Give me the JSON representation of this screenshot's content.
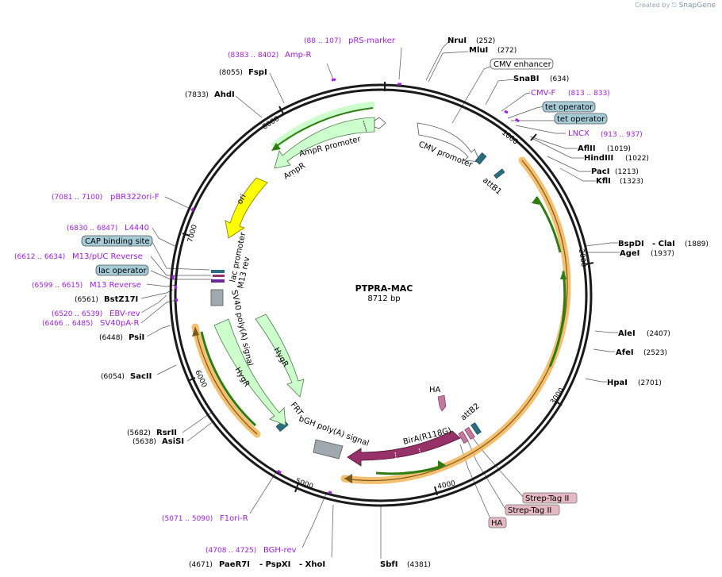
{
  "credit": {
    "prefix": "Created by",
    "brand": "SnapGene"
  },
  "plasmid": {
    "name": "PTPRA-MAC",
    "size_label": "8712 bp",
    "length": 8712
  },
  "ruler": [
    "1000",
    "2000",
    "3000",
    "4000",
    "5000",
    "6000",
    "7000",
    "8000"
  ],
  "features": [
    {
      "name": "CMV promoter",
      "type": "promoter"
    },
    {
      "name": "attB1",
      "type": "site"
    },
    {
      "name": "HA",
      "type": "tag"
    },
    {
      "name": "attB2",
      "type": "site"
    },
    {
      "name": "BirA(R118G)",
      "type": "cds"
    },
    {
      "name": "bGH poly(A) signal",
      "type": "terminator"
    },
    {
      "name": "FRT",
      "type": "site"
    },
    {
      "name": "HygR",
      "type": "cds"
    },
    {
      "name": "HygR",
      "type": "cds"
    },
    {
      "name": "SV40 poly(A) signal",
      "type": "terminator"
    },
    {
      "name": "M13 rev",
      "type": "primer_bind"
    },
    {
      "name": "lac promoter",
      "type": "promoter"
    },
    {
      "name": "ori",
      "type": "rep_origin"
    },
    {
      "name": "AmpR",
      "type": "cds"
    },
    {
      "name": "AmpR promoter",
      "type": "promoter"
    }
  ],
  "right_labels": [
    {
      "name": "NruI",
      "pos": "(252)"
    },
    {
      "name": "MluI",
      "pos": "(272)"
    },
    {
      "name": "CMV enhancer",
      "pos": ""
    },
    {
      "name": "SnaBI",
      "pos": "(634)"
    },
    {
      "name": "CMV-F",
      "pos": "(813 .. 833)"
    },
    {
      "name": "tet operator",
      "pos": ""
    },
    {
      "name": "tet operator",
      "pos": ""
    },
    {
      "name": "LNCX",
      "pos": "(913 .. 937)"
    },
    {
      "name": "AflII",
      "pos": "(1019)"
    },
    {
      "name": "HindIII",
      "pos": "(1022)"
    },
    {
      "name": "PacI",
      "pos": "(1213)"
    },
    {
      "name": "KflI",
      "pos": "(1323)"
    },
    {
      "name": "BspDI",
      "extra": "- ClaI",
      "pos": "(1889)"
    },
    {
      "name": "AgeI",
      "pos": "(1937)"
    },
    {
      "name": "AleI",
      "pos": "(2407)"
    },
    {
      "name": "AfeI",
      "pos": "(2523)"
    },
    {
      "name": "HpaI",
      "pos": "(2701)"
    }
  ],
  "left_labels": [
    {
      "name": "pRS-marker",
      "pos": "(88 .. 107)"
    },
    {
      "name": "Amp-R",
      "pos": "(8383 .. 8402)"
    },
    {
      "name": "FspI",
      "pos": "(8055)"
    },
    {
      "name": "AhdI",
      "pos": "(7833)"
    },
    {
      "name": "pBR322ori-F",
      "pos": "(7081 .. 7100)"
    },
    {
      "name": "L4440",
      "pos": "(6830 .. 6847)"
    },
    {
      "name": "CAP binding site",
      "pos": ""
    },
    {
      "name": "M13/pUC Reverse",
      "pos": "(6612 .. 6634)"
    },
    {
      "name": "lac operator",
      "pos": ""
    },
    {
      "name": "M13 Reverse",
      "pos": "(6599 .. 6615)"
    },
    {
      "name": "BstZ17I",
      "pos": "(6561)"
    },
    {
      "name": "EBV-rev",
      "pos": "(6520 .. 6539)"
    },
    {
      "name": "SV40pA-R",
      "pos": "(6466 .. 6485)"
    },
    {
      "name": "PsiI",
      "pos": "(6448)"
    },
    {
      "name": "SacII",
      "pos": "(6054)"
    },
    {
      "name": "RsrII",
      "pos": "(5682)"
    },
    {
      "name": "AsiSI",
      "pos": "(5638)"
    }
  ],
  "bottom_labels": [
    {
      "name": "F1ori-R",
      "pos": "(5071 .. 5090)"
    },
    {
      "name": "BGH-rev",
      "pos": "(4708 .. 4725)"
    },
    {
      "name": "PaeR7I",
      "pos": "(4671)",
      "extra1": "- PspXI",
      "extra2": "- XhoI"
    },
    {
      "name": "SbfI",
      "pos": "(4381)"
    },
    {
      "name": "Strep-Tag II",
      "pos": ""
    },
    {
      "name": "Strep-Tag II",
      "pos": ""
    },
    {
      "name": "HA",
      "pos": ""
    }
  ],
  "colors": {
    "backbone": "#1a1a1a",
    "primer": "#a020e0",
    "orf": "#f4b860",
    "orf_arrow": "#2e7d12",
    "marker": "#ccffcc",
    "ori": "#ffff00",
    "birA": "#96316a",
    "site": "#2a6e80",
    "terminator": "#a0a8b0",
    "feature_box_blue": "#a6ccd8",
    "feature_box_pink": "#e4b8c4"
  }
}
